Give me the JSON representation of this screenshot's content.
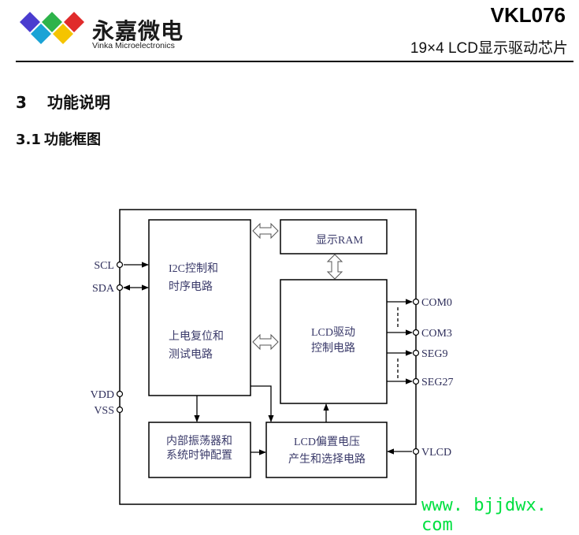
{
  "header": {
    "logo": {
      "name_cn": "永嘉微电",
      "name_en": "Vinka Microelectronics",
      "diamond_colors": [
        "#4a3ccf",
        "#1aa3d6",
        "#2db34a",
        "#f5c400",
        "#e02b2b"
      ]
    },
    "title": "VKL076",
    "subtitle": "19×4 LCD显示驱动芯片"
  },
  "sections": {
    "h1": {
      "number": "3",
      "title": "功能说明"
    },
    "h2": {
      "number": "3.1",
      "title": "功能框图"
    }
  },
  "diagram": {
    "blocks": {
      "i2c": {
        "line1": "I2C控制和",
        "line2": "时序电路",
        "line3": "上电复位和",
        "line4": "测试电路"
      },
      "ram": {
        "label": "显示RAM"
      },
      "lcd_driver": {
        "line1": "LCD驱动",
        "line2": "控制电路"
      },
      "oscillator": {
        "line1": "内部振荡器和",
        "line2": "系统时钟配置"
      },
      "bias": {
        "line1": "LCD偏置电压",
        "line2": "产生和选择电路"
      }
    },
    "pins_left": [
      "SCL",
      "SDA",
      "VDD",
      "VSS"
    ],
    "pins_right": [
      "COM0",
      "COM3",
      "SEG9",
      "SEG27",
      "VLCD"
    ],
    "text_color": "#3a3a6a"
  },
  "watermark": "www. bjjdwx. com"
}
